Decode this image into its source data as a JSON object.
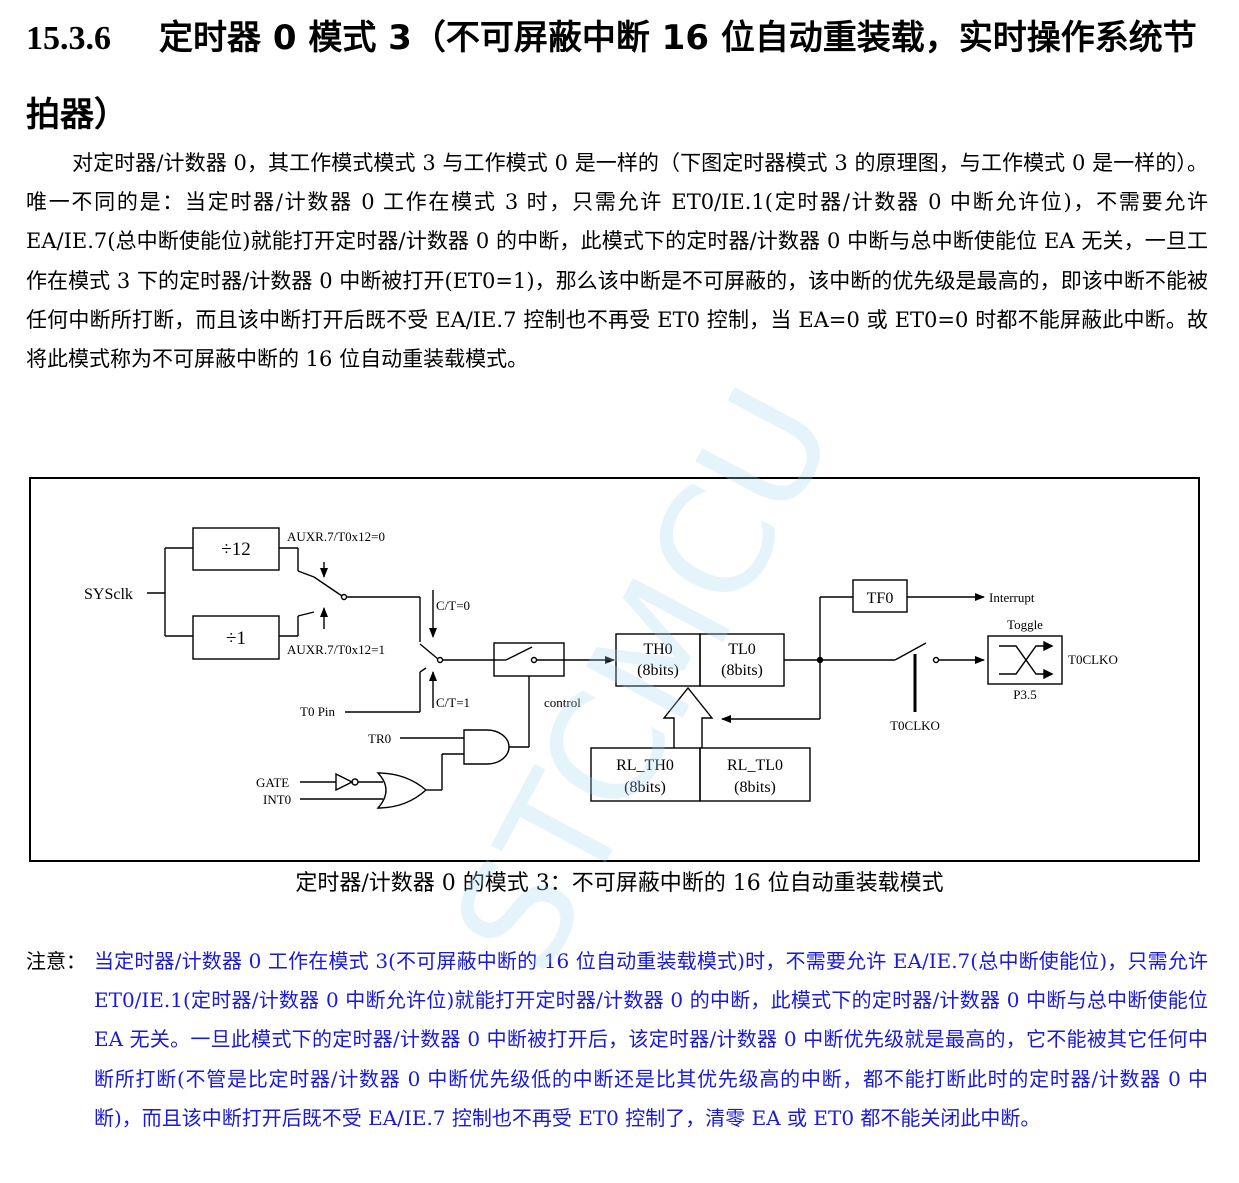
{
  "heading": {
    "number": "15.3.6",
    "text": "定时器 0 模式 3（不可屏蔽中断 16 位自动重装载，实时操作系统节拍器）"
  },
  "paragraph": "对定时器/计数器 0，其工作模式模式 3 与工作模式 0 是一样的（下图定时器模式 3 的原理图，与工作模式 0 是一样的）。唯一不同的是：当定时器/计数器 0 工作在模式 3 时，只需允许 ET0/IE.1(定时器/计数器 0 中断允许位)，不需要允许 EA/IE.7(总中断使能位)就能打开定时器/计数器 0 的中断，此模式下的定时器/计数器 0 中断与总中断使能位 EA 无关，一旦工作在模式 3 下的定时器/计数器 0 中断被打开(ET0=1)，那么该中断是不可屏蔽的，该中断的优先级是最高的，即该中断不能被任何中断所打断，而且该中断打开后既不受 EA/IE.7 控制也不再受 ET0 控制，当 EA=0 或 ET0=0 时都不能屏蔽此中断。故将此模式称为不可屏蔽中断的 16 位自动重装载模式。",
  "diagram": {
    "sysclk": "SYSclk",
    "div12": "÷12",
    "div1": "÷1",
    "auxr0": "AUXR.7/T0x12=0",
    "auxr1": "AUXR.7/T0x12=1",
    "ct0": "C/T=0",
    "ct1": "C/T=1",
    "t0pin": "T0 Pin",
    "control": "control",
    "th0": "TH0",
    "th0bits": "(8bits)",
    "tl0": "TL0",
    "tl0bits": "(8bits)",
    "rlth0": "RL_TH0",
    "rlth0bits": "(8bits)",
    "rltl0": "RL_TL0",
    "rltl0bits": "(8bits)",
    "tf0": "TF0",
    "interrupt": "Interrupt",
    "toggle": "Toggle",
    "t0clko_out": "T0CLKO",
    "p35": "P3.5",
    "t0clko_en": "T0CLKO",
    "tr0": "TR0",
    "gate": "GATE",
    "int0": "INT0"
  },
  "caption": "定时器/计数器 0 的模式 3：不可屏蔽中断的 16 位自动重装载模式",
  "note": {
    "label": "注意：",
    "text": "当定时器/计数器 0 工作在模式 3(不可屏蔽中断的 16 位自动重装载模式)时，不需要允许 EA/IE.7(总中断使能位)，只需允许 ET0/IE.1(定时器/计数器 0 中断允许位)就能打开定时器/计数器 0 的中断，此模式下的定时器/计数器 0 中断与总中断使能位 EA 无关。一旦此模式下的定时器/计数器 0 中断被打开后，该定时器/计数器 0 中断优先级就是最高的，它不能被其它任何中断所打断(不管是比定时器/计数器 0 中断优先级低的中断还是比其优先级高的中断，都不能打断此时的定时器/计数器 0 中断)，而且该中断打开后既不受 EA/IE.7 控制也不再受 ET0 控制了，清零 EA 或 ET0 都不能关闭此中断。"
  },
  "watermark": "STCMCU",
  "colors": {
    "note_text": "#1a1ad8",
    "watermark": "#a0d7f0"
  }
}
